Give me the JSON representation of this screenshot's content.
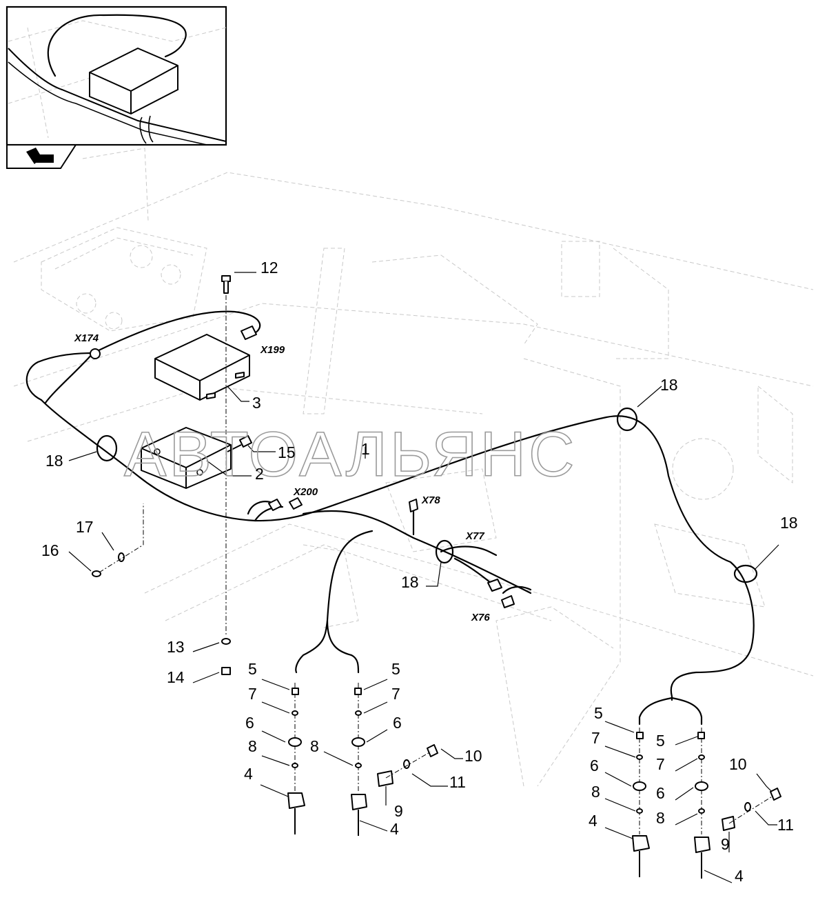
{
  "watermark": "АВТОАЛЬЯНС",
  "connectors": {
    "x174": "X174",
    "x199": "X199",
    "x200": "X200",
    "x78": "X78",
    "x77": "X77",
    "x76": "X76"
  },
  "part_numbers": {
    "p1": "1",
    "p2": "2",
    "p3": "3",
    "p4a": "4",
    "p4b": "4",
    "p4c": "4",
    "p4d": "4",
    "p5a": "5",
    "p5b": "5",
    "p5c": "5",
    "p5d": "5",
    "p6a": "6",
    "p6b": "6",
    "p6c": "6",
    "p6d": "6",
    "p7a": "7",
    "p7b": "7",
    "p7c": "7",
    "p7d": "7",
    "p8a": "8",
    "p8b": "8",
    "p8c": "8",
    "p8d": "8",
    "p9a": "9",
    "p9b": "9",
    "p10a": "10",
    "p10b": "10",
    "p11a": "11",
    "p11b": "11",
    "p12": "12",
    "p13": "13",
    "p14": "14",
    "p15": "15",
    "p16": "16",
    "p17": "17",
    "p18a": "18",
    "p18b": "18",
    "p18c": "18",
    "p18d": "18"
  }
}
